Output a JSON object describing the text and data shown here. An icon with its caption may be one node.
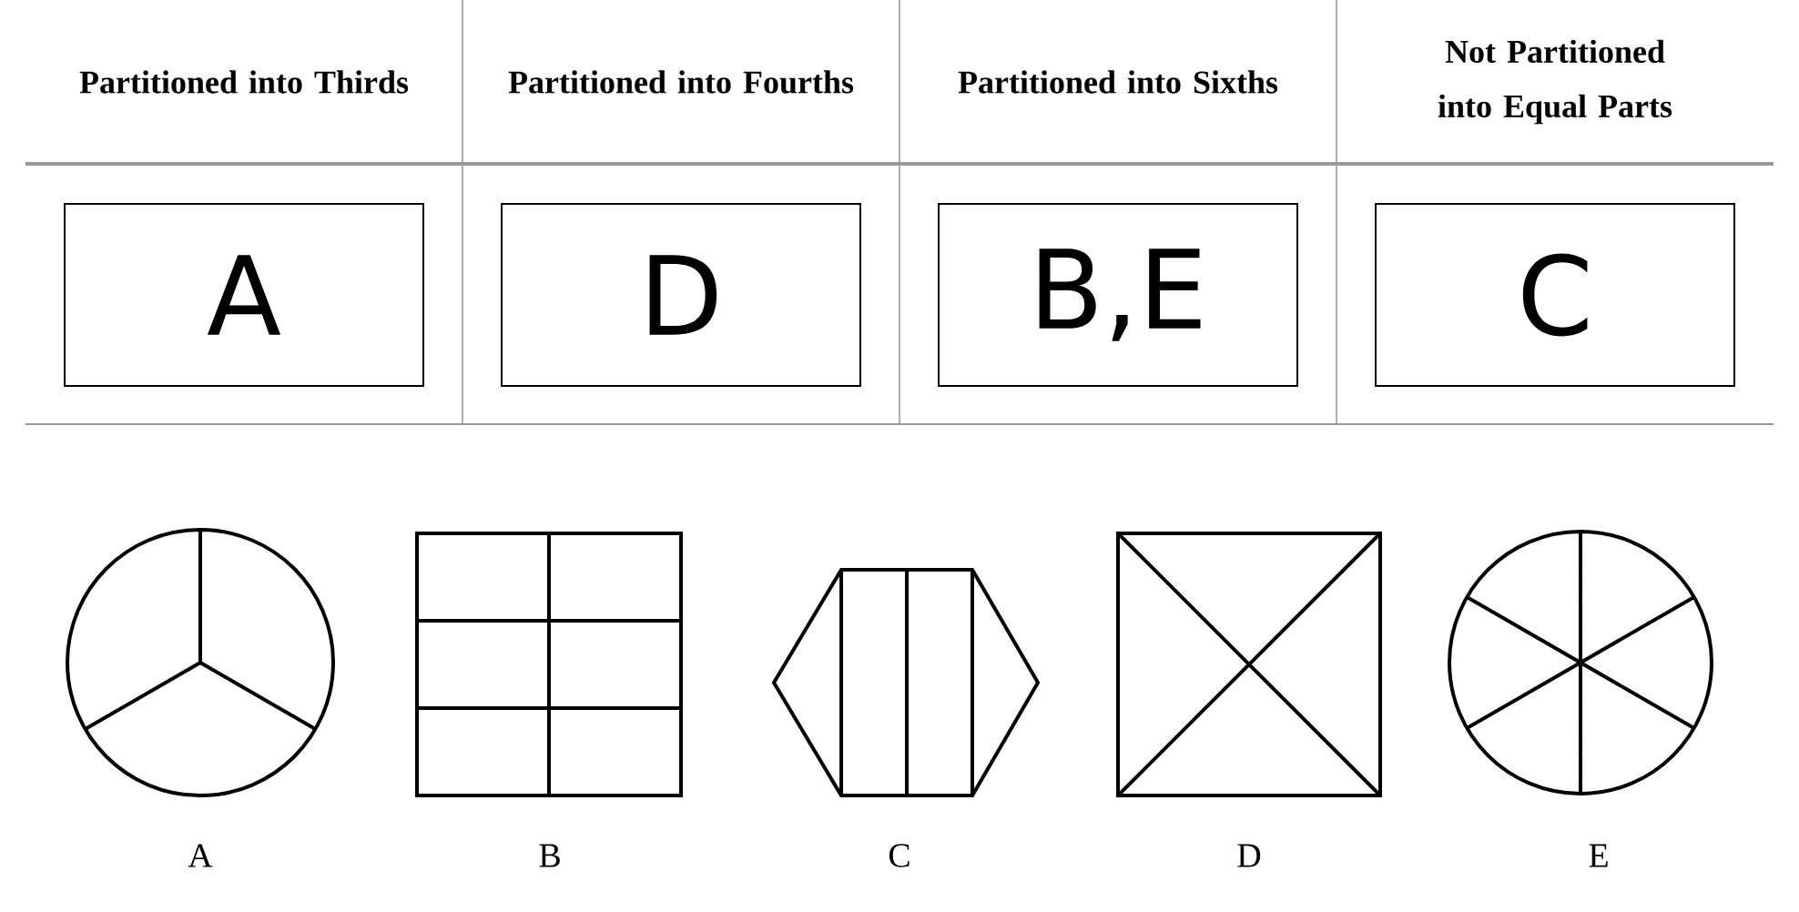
{
  "diagram": {
    "nodes": [
      {
        "text": [
          "A"
        ]
      },
      {
        "text": [
          "D"
        ]
      },
      {
        "text": [
          "B,E"
        ]
      },
      {
        "text": [
          "C"
        ]
      }
    ],
    "labels": [
      "Partitioned into Thirds",
      "Partitioned into Fourths",
      "Partitioned into Sixths",
      "Not Partitioned into Equal Parts",
      "A",
      "B",
      "C",
      "D",
      "E"
    ]
  }
}
